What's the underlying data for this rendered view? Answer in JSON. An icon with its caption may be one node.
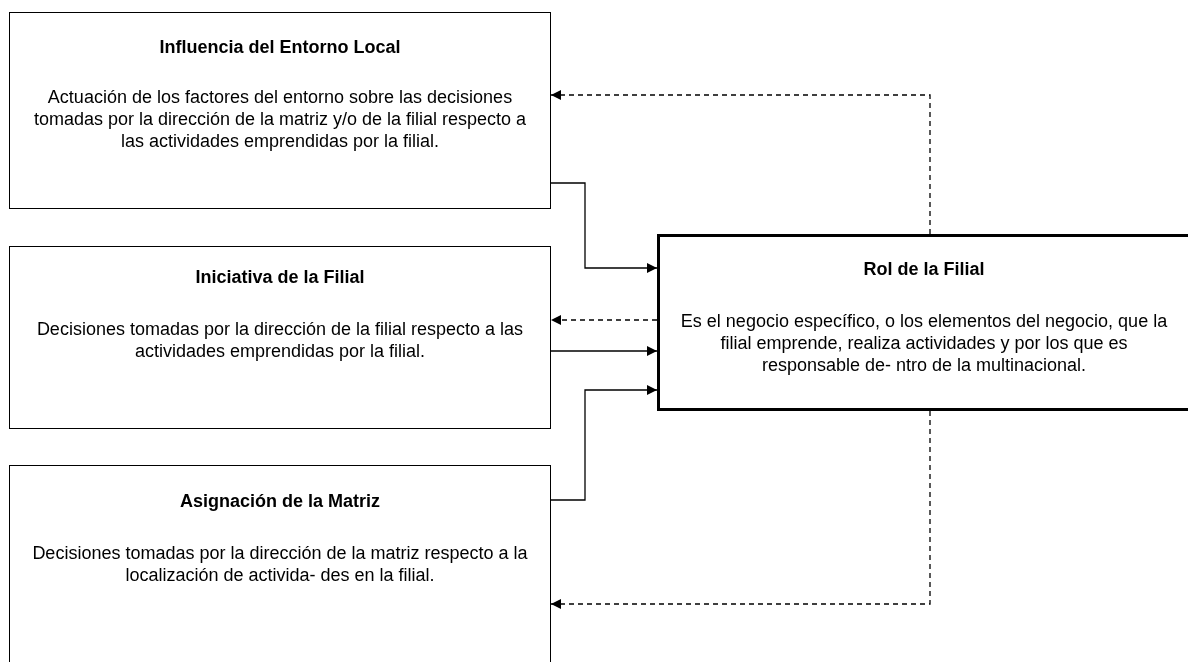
{
  "diagram": {
    "nodes": [
      {
        "text": [
          "Influencia del Entorno Local",
          "Actuación de los factores del entorno sobre las decisiones tomadas por la dirección de la matriz y/o de la filial respecto a las actividades emprendidas por la filial."
        ]
      },
      {
        "text": [
          "Iniciativa de la Filial",
          "Decisiones tomadas por la dirección de la filial respecto a las actividades emprendidas por la filial."
        ]
      },
      {
        "text": [
          "Asignación de la Matriz",
          "Decisiones tomadas por la dirección de la matriz respecto a la localización de activida- des en la filial."
        ]
      },
      {
        "text": [
          "Rol de la Filial",
          "Es el negocio específico, o los elementos del negocio, que la filial emprende, realiza actividades y por los que es responsable de- ntro de la multinacional."
        ]
      }
    ],
    "edges": [
      {
        "from": 3,
        "to": 0,
        "arrow": "to",
        "style": "dashed"
      },
      {
        "from": 0,
        "to": 3,
        "arrow": "to"
      },
      {
        "from": 3,
        "to": 1,
        "arrow": "to",
        "style": "dashed"
      },
      {
        "from": 1,
        "to": 3,
        "arrow": "to"
      },
      {
        "from": 2,
        "to": 3,
        "arrow": "to"
      },
      {
        "from": 3,
        "to": 2,
        "arrow": "to",
        "style": "dashed"
      }
    ]
  }
}
